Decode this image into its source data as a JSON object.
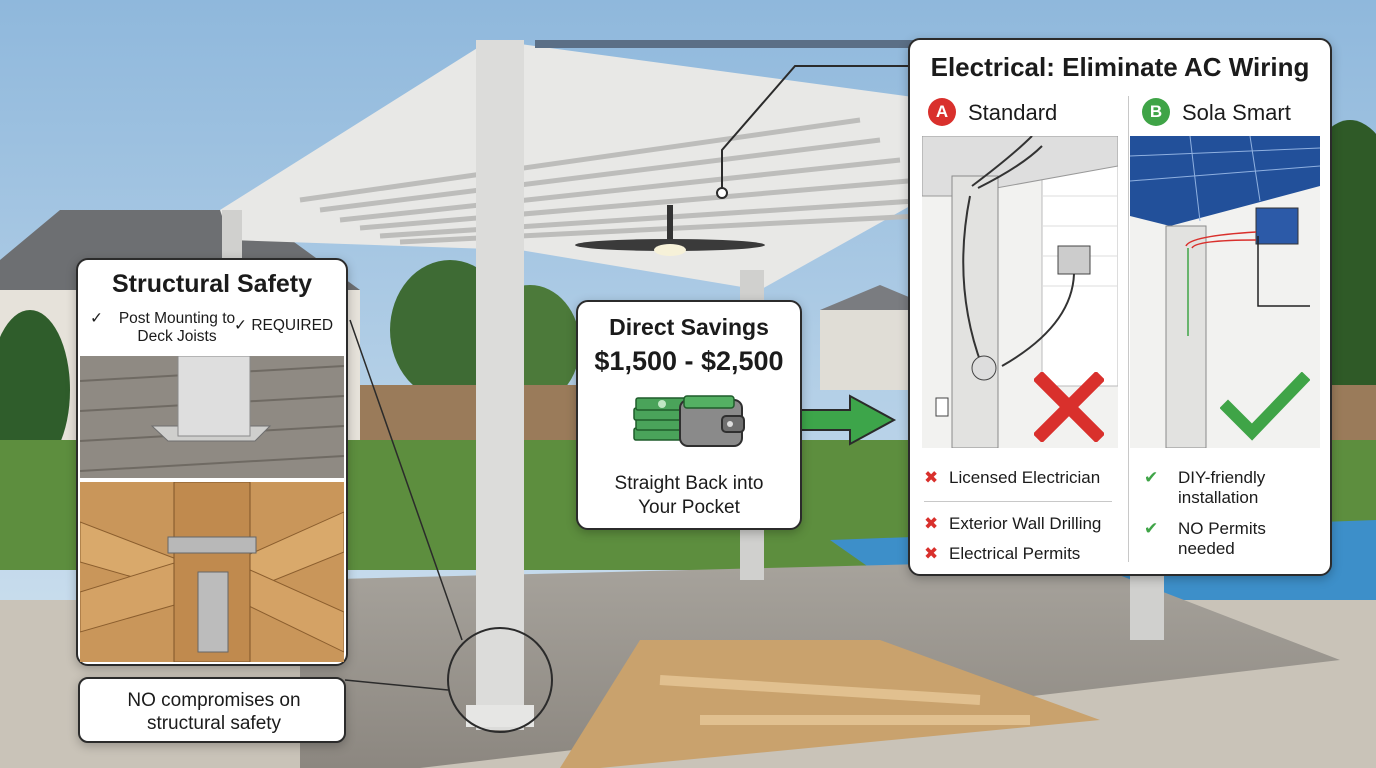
{
  "structural": {
    "title": "Structural Safety",
    "check_mark": "✓",
    "item1": "Post Mounting to Deck Joists",
    "item2": "REQUIRED",
    "footer": "NO compromises on structural safety"
  },
  "savings": {
    "title": "Direct Savings",
    "amount": "$1,500 - $2,500",
    "subtitle": "Straight Back into Your Pocket"
  },
  "electrical": {
    "title": "Electrical: Eliminate AC Wiring",
    "option_a": {
      "badge": "A",
      "label": "Standard"
    },
    "option_b": {
      "badge": "B",
      "label": "Sola Smart"
    },
    "cons_mark": "✖",
    "pros_mark": "✔",
    "cons": [
      "Licensed Electrician",
      "Exterior Wall Drilling",
      "Electrical Permits"
    ],
    "pros": [
      "DIY-friendly installation",
      "NO Permits needed"
    ]
  },
  "colors": {
    "red": "#d9302c",
    "green": "#3fa447",
    "border": "#2b2b2b",
    "money": "#3d9a4e"
  },
  "icons": [
    "money-stack-icon",
    "wallet-icon",
    "arrow-right-icon",
    "red-x-icon",
    "green-check-icon"
  ]
}
